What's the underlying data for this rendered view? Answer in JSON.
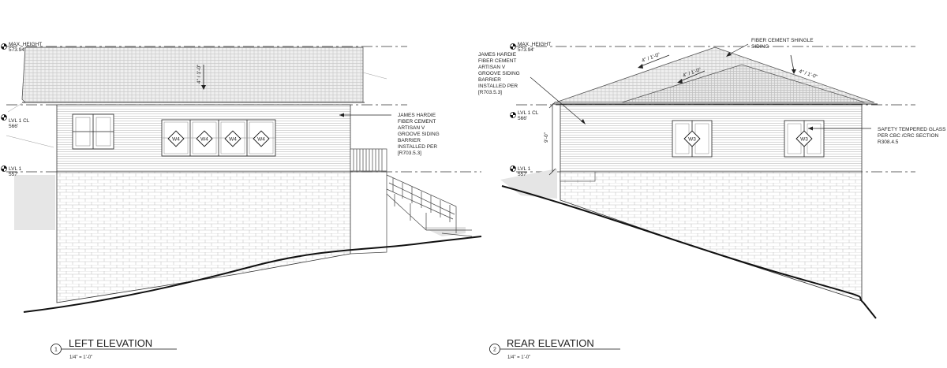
{
  "left": {
    "level_max_label": "MAX. HEIGHT",
    "level_max_value": "573.94'",
    "level_cl_label": "LVL 1 CL",
    "level_cl_value": "566'",
    "level_1_label": "LVL 1",
    "level_1_value": "557'",
    "roof_dim": "4\" / 1'-0\"",
    "note": [
      "JAMES HARDIE",
      "FIBER CEMENT",
      "ARTISAN V",
      "GROOVE SIDING",
      "BARRIER",
      "INSTALLED PER",
      "[R703.5.3]"
    ],
    "window_tags": [
      "W4",
      "W4",
      "W4",
      "W4"
    ],
    "title_number": "1",
    "title": "LEFT ELEVATION",
    "scale": "1/4\" = 1'-0\""
  },
  "rear": {
    "level_max_label": "MAX. HEIGHT",
    "level_max_value": "573.94'",
    "level_cl_label": "LVL 1 CL",
    "level_cl_value": "566'",
    "level_1_label": "LVL 1",
    "level_1_value": "557'",
    "shingle_note": [
      "FIBER CEMENT SHINGLE",
      "SIDING"
    ],
    "roof_dims": [
      "4\" / 1'-0\"",
      "4\" / 1'-0\"",
      "4\" / 1'-0\""
    ],
    "height_dim": "9'-0\"",
    "siding_note": [
      "JAMES HARDIE",
      "FIBER CEMENT",
      "ARTISAN V",
      "GROOVE SIDING",
      "BARRIER",
      "INSTALLED PER",
      "[R703.5.3]"
    ],
    "glass_note": [
      "SAFETY TEMPERED GLASS",
      "PER CBC /CRC SECTION",
      "R308.4.5"
    ],
    "window_tags": [
      "W3",
      "W3"
    ],
    "title_number": "2",
    "title": "REAR ELEVATION",
    "scale": "1/4\" = 1'-0\""
  }
}
